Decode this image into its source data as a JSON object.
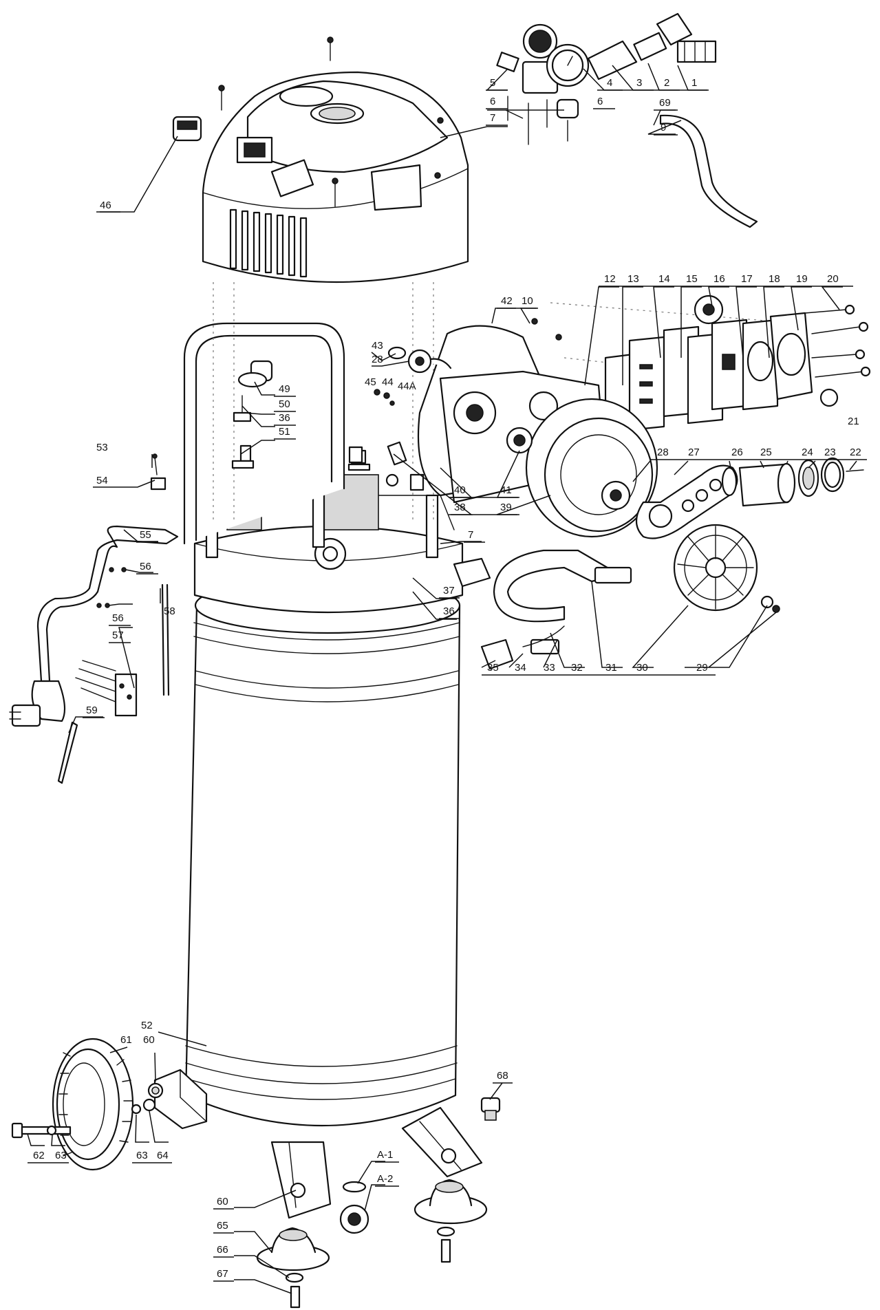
{
  "callouts": [
    {
      "id": "c1",
      "label": "1"
    },
    {
      "id": "c2",
      "label": "2"
    },
    {
      "id": "c3",
      "label": "3"
    },
    {
      "id": "c4",
      "label": "4"
    },
    {
      "id": "c5",
      "label": "5"
    },
    {
      "id": "c6a",
      "label": "6"
    },
    {
      "id": "c6b",
      "label": "6"
    },
    {
      "id": "c7a",
      "label": "7"
    },
    {
      "id": "c69",
      "label": "69"
    },
    {
      "id": "c9",
      "label": "9"
    },
    {
      "id": "c46",
      "label": "46"
    },
    {
      "id": "c12",
      "label": "12"
    },
    {
      "id": "c13",
      "label": "13"
    },
    {
      "id": "c14",
      "label": "14"
    },
    {
      "id": "c15",
      "label": "15"
    },
    {
      "id": "c16",
      "label": "16"
    },
    {
      "id": "c17",
      "label": "17"
    },
    {
      "id": "c18",
      "label": "18"
    },
    {
      "id": "c19",
      "label": "19"
    },
    {
      "id": "c20",
      "label": "20"
    },
    {
      "id": "c42",
      "label": "42"
    },
    {
      "id": "c10",
      "label": "10"
    },
    {
      "id": "c43",
      "label": "43"
    },
    {
      "id": "c28a",
      "label": "28"
    },
    {
      "id": "c45",
      "label": "45"
    },
    {
      "id": "c44",
      "label": "44"
    },
    {
      "id": "c44a",
      "label": "44A"
    },
    {
      "id": "c49",
      "label": "49"
    },
    {
      "id": "c50",
      "label": "50"
    },
    {
      "id": "c36a",
      "label": "36"
    },
    {
      "id": "c51",
      "label": "51"
    },
    {
      "id": "c53",
      "label": "53"
    },
    {
      "id": "c54",
      "label": "54"
    },
    {
      "id": "c55",
      "label": "55"
    },
    {
      "id": "c56a",
      "label": "56"
    },
    {
      "id": "c56b",
      "label": "56"
    },
    {
      "id": "c57",
      "label": "57"
    },
    {
      "id": "c58",
      "label": "58"
    },
    {
      "id": "c59",
      "label": "59"
    },
    {
      "id": "c21",
      "label": "21"
    },
    {
      "id": "c22",
      "label": "22"
    },
    {
      "id": "c23",
      "label": "23"
    },
    {
      "id": "c24",
      "label": "24"
    },
    {
      "id": "c25",
      "label": "25"
    },
    {
      "id": "c26",
      "label": "26"
    },
    {
      "id": "c27",
      "label": "27"
    },
    {
      "id": "c28b",
      "label": "28"
    },
    {
      "id": "c40",
      "label": "40"
    },
    {
      "id": "c41",
      "label": "41"
    },
    {
      "id": "c38",
      "label": "38"
    },
    {
      "id": "c39",
      "label": "39"
    },
    {
      "id": "c7b",
      "label": "7"
    },
    {
      "id": "c37",
      "label": "37"
    },
    {
      "id": "c36b",
      "label": "36"
    },
    {
      "id": "c35",
      "label": "35"
    },
    {
      "id": "c34",
      "label": "34"
    },
    {
      "id": "c33",
      "label": "33"
    },
    {
      "id": "c32",
      "label": "32"
    },
    {
      "id": "c31",
      "label": "31"
    },
    {
      "id": "c30",
      "label": "30"
    },
    {
      "id": "c29",
      "label": "29"
    },
    {
      "id": "c52",
      "label": "52"
    },
    {
      "id": "c61",
      "label": "61"
    },
    {
      "id": "c60a",
      "label": "60"
    },
    {
      "id": "c62",
      "label": "62"
    },
    {
      "id": "c63a",
      "label": "63"
    },
    {
      "id": "c63b",
      "label": "63"
    },
    {
      "id": "c64",
      "label": "64"
    },
    {
      "id": "c68",
      "label": "68"
    },
    {
      "id": "cA1",
      "label": "A-1"
    },
    {
      "id": "cA2",
      "label": "A-2"
    },
    {
      "id": "c60b",
      "label": "60"
    },
    {
      "id": "c65",
      "label": "65"
    },
    {
      "id": "c66",
      "label": "66"
    },
    {
      "id": "c67",
      "label": "67"
    }
  ]
}
